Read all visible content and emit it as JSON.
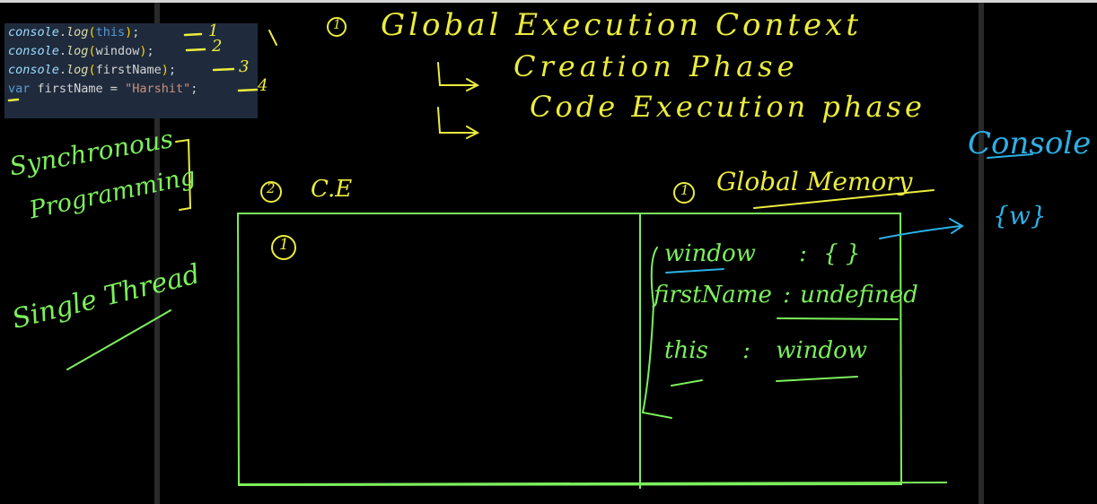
{
  "code": {
    "lines": [
      {
        "text": "console.log(this);",
        "mark": "1"
      },
      {
        "text": "console.log(window);",
        "mark": "2"
      },
      {
        "text": "console.log(firstName);",
        "mark": "3"
      },
      {
        "text": "var firstName = \"Harshit\";",
        "mark": "4"
      }
    ]
  },
  "annotations": {
    "gec_number": "1",
    "gec_title": "Global Execution Context",
    "creation_phase": "Creation Phase",
    "code_execution_phase": "Code Execution phase",
    "synchronous": "Synchronous",
    "programming": "Programming",
    "single_thread": "Single Thread",
    "ce_number": "2",
    "ce_label": "C.E",
    "ce_cell_number": "1",
    "gm_number": "1",
    "gm_label": "Global Memory",
    "console_label": "Console",
    "console_value": "{w}"
  },
  "memory": {
    "rows": [
      {
        "key": "window",
        "sep": ":",
        "value": "{ }"
      },
      {
        "key": "firstName",
        "sep": ":",
        "value": "undefined"
      },
      {
        "key": "this",
        "sep": ":",
        "value": "window"
      }
    ]
  },
  "colors": {
    "yellow_ink": "#ecec3e",
    "green_ink": "#7cf05c",
    "blue_ink": "#2bb1e6",
    "code_bg": "#1f2b3d"
  }
}
